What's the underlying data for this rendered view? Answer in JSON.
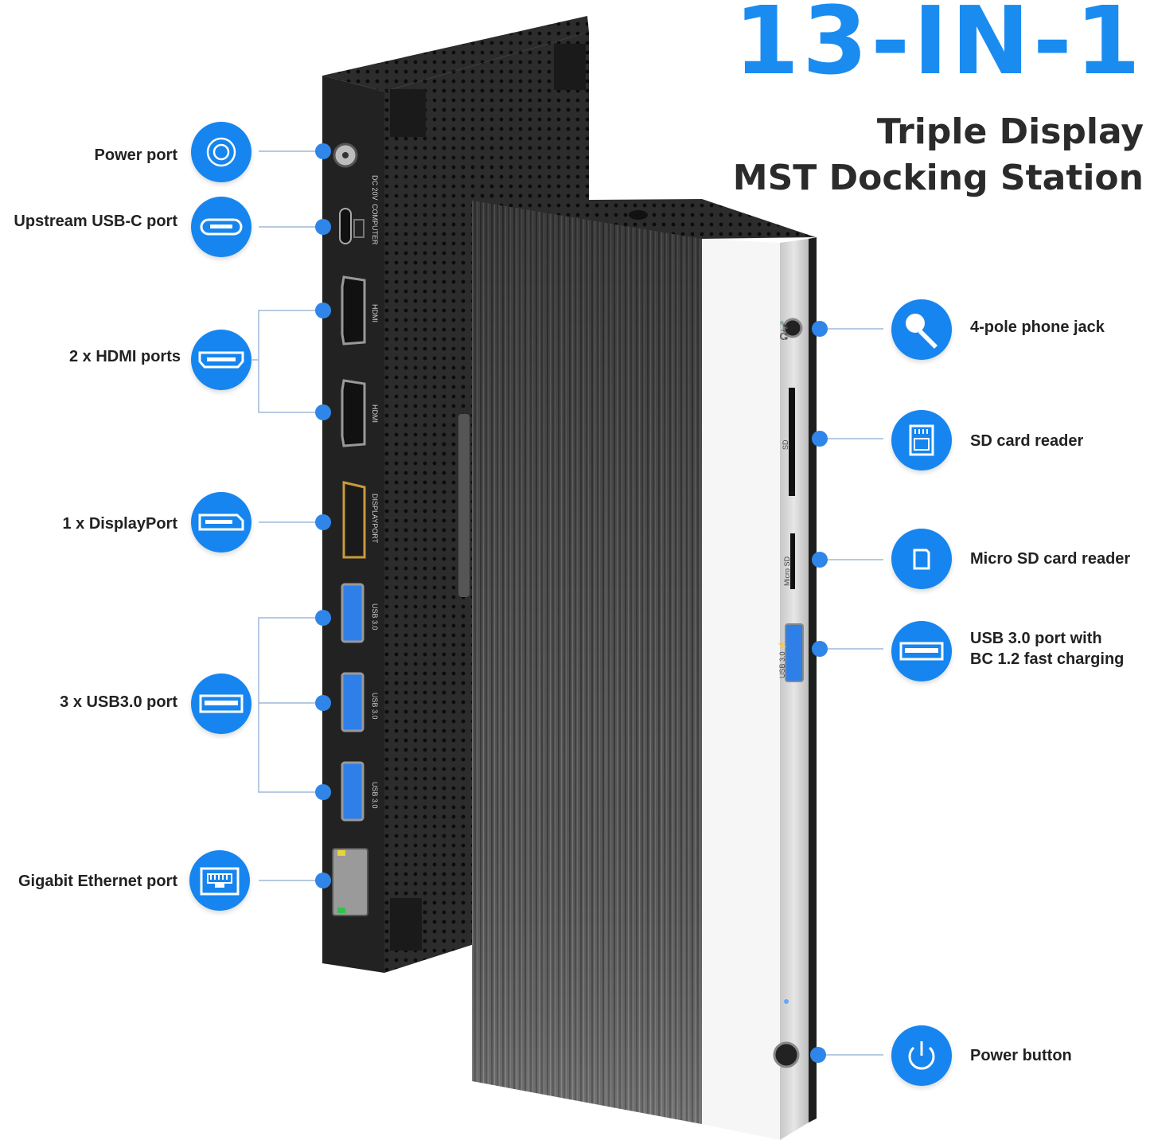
{
  "header": {
    "title": "13-IN-1",
    "subtitle_line1": "Triple Display",
    "subtitle_line2": "MST Docking Station"
  },
  "colors": {
    "accent": "#1685ef",
    "title": "#1a8cf0",
    "device_dark": "#2a2a2a"
  },
  "left_ports": [
    {
      "label": "Power port",
      "icon": "power-port-icon"
    },
    {
      "label": "Upstream USB-C port",
      "icon": "usb-c-icon"
    },
    {
      "label": "2 x HDMI ports",
      "icon": "hdmi-icon"
    },
    {
      "label": "1 x DisplayPort",
      "icon": "displayport-icon"
    },
    {
      "label": "3 x USB3.0 port",
      "icon": "usb-a-icon"
    },
    {
      "label": "Gigabit Ethernet port",
      "icon": "ethernet-icon"
    }
  ],
  "right_ports": [
    {
      "label": "4-pole phone jack",
      "icon": "microphone-icon"
    },
    {
      "label": "SD card reader",
      "icon": "sd-card-icon"
    },
    {
      "label": "Micro SD card reader",
      "icon": "micro-sd-icon"
    },
    {
      "label_line1": "USB 3.0 port with",
      "label_line2": "BC 1.2 fast charging",
      "icon": "usb-a-icon"
    },
    {
      "label": "Power button",
      "icon": "power-button-icon"
    }
  ],
  "device_marks": {
    "dc": "DC 20V",
    "computer": "COMPUTER",
    "hdmi": "HDMI",
    "displayport": "DISPLAYPORT",
    "usb30": "USB 3.0",
    "sd": "SD",
    "microsd": "Micro SD",
    "usb30_charge": "USB 3.0 ⚡",
    "jack": "🎧/🎤"
  }
}
